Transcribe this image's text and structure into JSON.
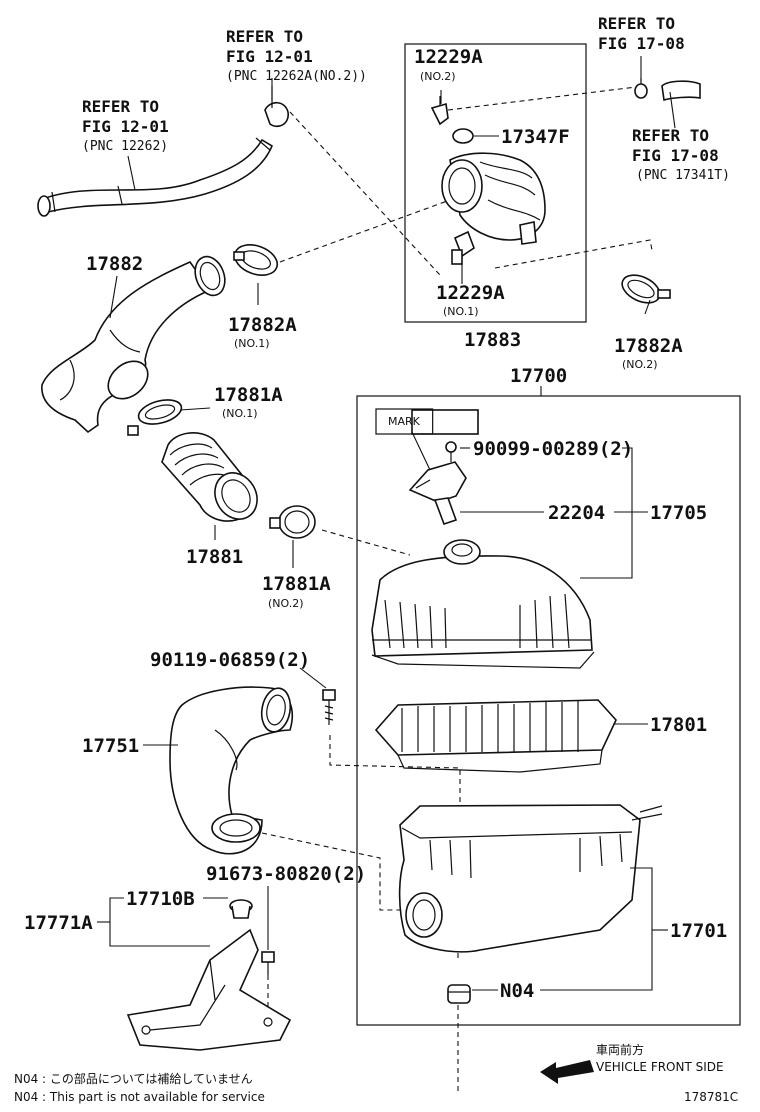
{
  "references": {
    "fig12_pnc12262a": {
      "line1": "REFER TO",
      "line2": "FIG 12-01",
      "line3": "(PNC 12262A(NO.2))"
    },
    "fig12_pnc12262": {
      "line1": "REFER TO",
      "line2": "FIG 12-01",
      "line3": "(PNC 12262)"
    },
    "fig17_top": {
      "line1": "REFER TO",
      "line2": "FIG 17-08"
    },
    "fig17_pnc17341t": {
      "line1": "REFER TO",
      "line2": "FIG 17-08",
      "line3": "(PNC 17341T)"
    }
  },
  "parts": {
    "p12229a_top": {
      "code": "12229A",
      "sub": "(NO.2)"
    },
    "p17347f": {
      "code": "17347F"
    },
    "p12229a_bottom": {
      "code": "12229A",
      "sub": "(NO.1)"
    },
    "p17883": {
      "code": "17883"
    },
    "p17882": {
      "code": "17882"
    },
    "p17882a_no1": {
      "code": "17882A",
      "sub": "(NO.1)"
    },
    "p17882a_no2": {
      "code": "17882A",
      "sub": "(NO.2)"
    },
    "p17881a_no1": {
      "code": "17881A",
      "sub": "(NO.1)"
    },
    "p17881": {
      "code": "17881"
    },
    "p17881a_no2": {
      "code": "17881A",
      "sub": "(NO.2)"
    },
    "p17700": {
      "code": "17700"
    },
    "mark": {
      "label": "MARK"
    },
    "p90099": {
      "code": "90099-00289(2)"
    },
    "p22204": {
      "code": "22204"
    },
    "p17705": {
      "code": "17705"
    },
    "p90119": {
      "code": "90119-06859(2)"
    },
    "p17751": {
      "code": "17751"
    },
    "p17801": {
      "code": "17801"
    },
    "p91673": {
      "code": "91673-80820(2)"
    },
    "p17710b": {
      "code": "17710B"
    },
    "p17771a": {
      "code": "17771A"
    },
    "p17701": {
      "code": "17701"
    },
    "n04": {
      "code": "N04"
    }
  },
  "notes": {
    "jp": "N04 : この部品については補給していません",
    "en": "N04 : This part is not available for service"
  },
  "direction": {
    "jp": "車両前方",
    "en": "VEHICLE FRONT SIDE"
  },
  "figure_id": "178781C"
}
